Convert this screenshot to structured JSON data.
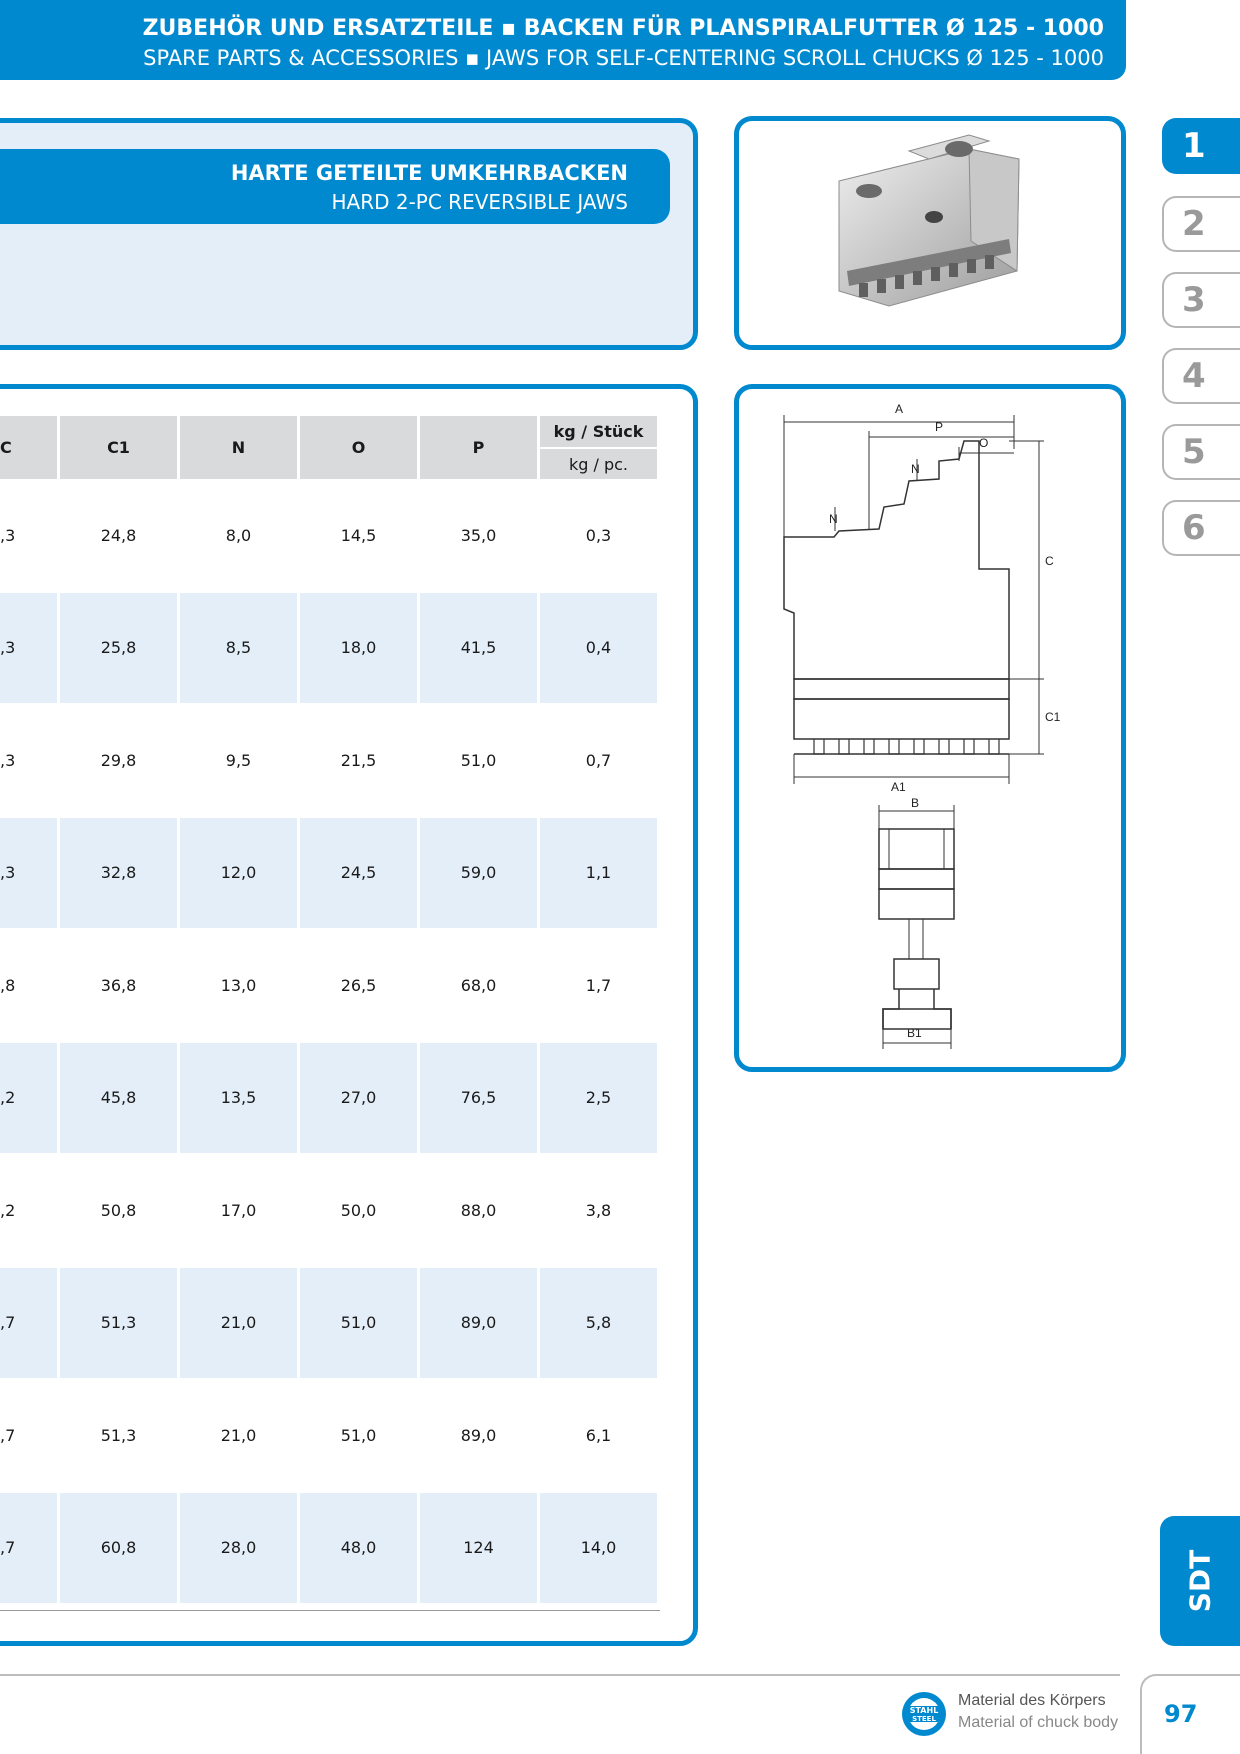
{
  "header": {
    "line1": "ZUBEHÖR UND ERSATZTEILE ▪ BACKEN FÜR PLANSPIRALFUTTER Ø 125 - 1000",
    "line2": "SPARE PARTS & ACCESSORIES ▪ JAWS FOR SELF-CENTERING SCROLL CHUCKS Ø 125 - 1000"
  },
  "product": {
    "title_de": "HARTE GETEILTE UMKEHRBACKEN",
    "title_en": "HARD 2-PC REVERSIBLE JAWS"
  },
  "drawing_labels": {
    "A": "A",
    "P": "P",
    "O": "O",
    "N": "N",
    "C": "C",
    "C1": "C1",
    "A1": "A1",
    "B": "B",
    "B1": "B1"
  },
  "table": {
    "headers": {
      "c": "C",
      "c1": "C1",
      "n": "N",
      "o": "O",
      "p": "P",
      "kg_de": "kg / Stück",
      "kg_en": "kg / pc."
    },
    "rows": [
      {
        "c": ",3",
        "c1": "24,8",
        "n": "8,0",
        "o": "14,5",
        "p": "35,0",
        "kg": "0,3"
      },
      {
        "c": ",3",
        "c1": "25,8",
        "n": "8,5",
        "o": "18,0",
        "p": "41,5",
        "kg": "0,4"
      },
      {
        "c": ",3",
        "c1": "29,8",
        "n": "9,5",
        "o": "21,5",
        "p": "51,0",
        "kg": "0,7"
      },
      {
        "c": ",3",
        "c1": "32,8",
        "n": "12,0",
        "o": "24,5",
        "p": "59,0",
        "kg": "1,1"
      },
      {
        "c": ",8",
        "c1": "36,8",
        "n": "13,0",
        "o": "26,5",
        "p": "68,0",
        "kg": "1,7"
      },
      {
        "c": ",2",
        "c1": "45,8",
        "n": "13,5",
        "o": "27,0",
        "p": "76,5",
        "kg": "2,5"
      },
      {
        "c": ",2",
        "c1": "50,8",
        "n": "17,0",
        "o": "50,0",
        "p": "88,0",
        "kg": "3,8"
      },
      {
        "c": ",7",
        "c1": "51,3",
        "n": "21,0",
        "o": "51,0",
        "p": "89,0",
        "kg": "5,8"
      },
      {
        "c": ",7",
        "c1": "51,3",
        "n": "21,0",
        "o": "51,0",
        "p": "89,0",
        "kg": "6,1"
      },
      {
        "c": ",7",
        "c1": "60,8",
        "n": "28,0",
        "o": "48,0",
        "p": "124",
        "kg": "14,0"
      }
    ]
  },
  "side_tabs": [
    "1",
    "2",
    "3",
    "4",
    "5",
    "6"
  ],
  "active_tab": "1",
  "section_tab": "SDT",
  "footer": {
    "logo_text_top": "STAHL",
    "logo_text_bottom": "STEEL",
    "material_de": "Material des Körpers",
    "material_en": "Material of chuck body",
    "page_number": "97"
  },
  "colors": {
    "brand_blue": "#0089cf",
    "row_tint": "#e3eef9",
    "header_gray": "#d9dadc"
  }
}
